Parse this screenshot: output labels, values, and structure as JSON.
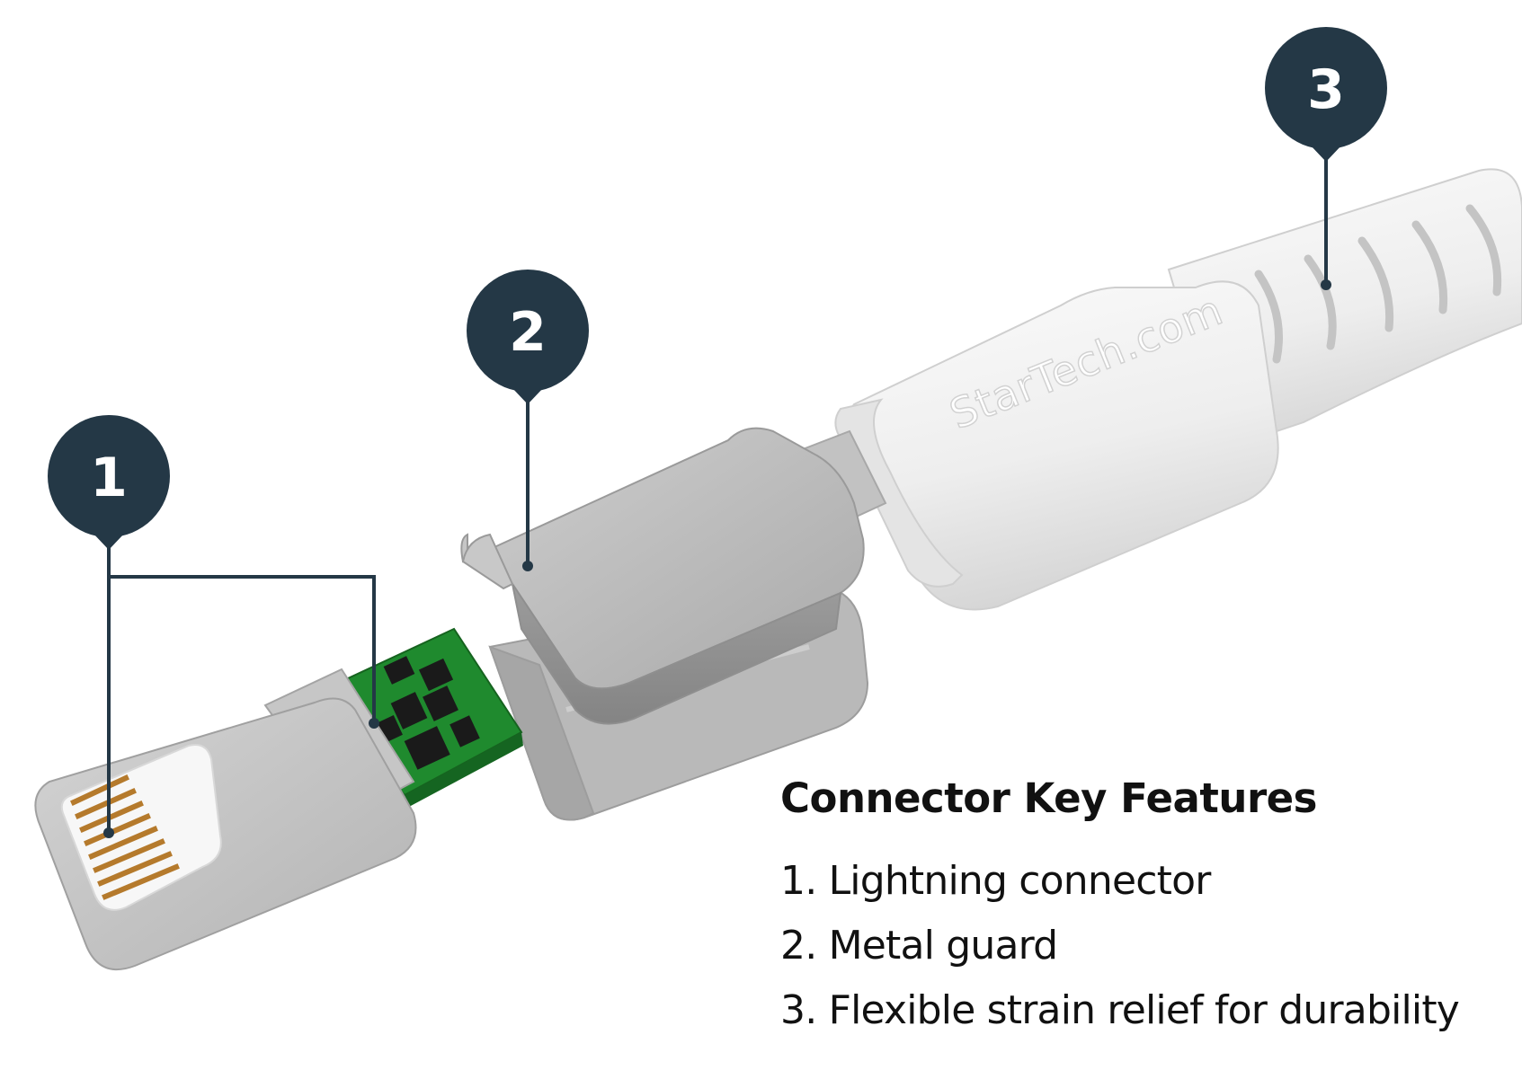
{
  "callouts": [
    {
      "number": "1"
    },
    {
      "number": "2"
    },
    {
      "number": "3"
    }
  ],
  "brand": {
    "logo_text": "StarTech.com"
  },
  "features": {
    "title": "Connector Key Features",
    "items": [
      {
        "text": "1. Lightning connector"
      },
      {
        "text": "2. Metal guard"
      },
      {
        "text": "3. Flexible strain relief for durability"
      }
    ]
  },
  "colors": {
    "callout": "#243846",
    "callout_text": "#ffffff",
    "metal_gray": "#b2b2b2",
    "cable_white": "#f2f2f2",
    "pcb_green": "#1f8a2e",
    "contact_gold": "#b57a2c"
  }
}
